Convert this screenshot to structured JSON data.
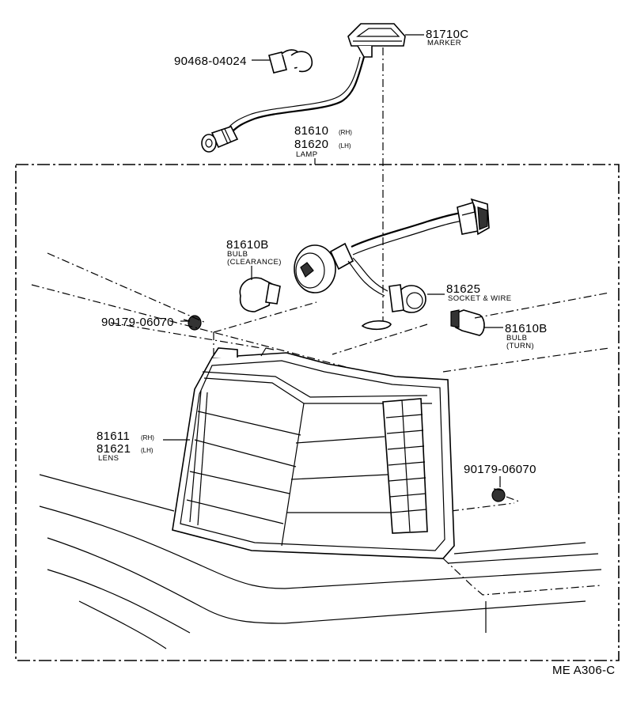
{
  "diagram": {
    "code": "ME A306-C",
    "parts": [
      {
        "id": "marker",
        "number": "81710C",
        "desc": "MARKER"
      },
      {
        "id": "clamp",
        "number": "90468-04024"
      },
      {
        "id": "lamp",
        "number_rh": "81610",
        "number_lh": "81620",
        "side_rh": "(RH)",
        "side_lh": "(LH)",
        "desc": "LAMP"
      },
      {
        "id": "bulb_clearance",
        "number": "81610B",
        "desc_1": "BULB",
        "desc_2": "(CLEARANCE)"
      },
      {
        "id": "socket_wire",
        "number": "81625",
        "desc": "SOCKET & WIRE"
      },
      {
        "id": "screw_upper",
        "number": "90179-06070"
      },
      {
        "id": "bulb_turn",
        "number": "81610B",
        "desc_1": "BULB",
        "desc_2": "(TURN)"
      },
      {
        "id": "lens",
        "number_rh": "81611",
        "number_lh": "81621",
        "side_rh": "(RH)",
        "side_lh": "(LH)",
        "desc": "LENS"
      },
      {
        "id": "screw_lower",
        "number": "90179-06070"
      }
    ]
  }
}
